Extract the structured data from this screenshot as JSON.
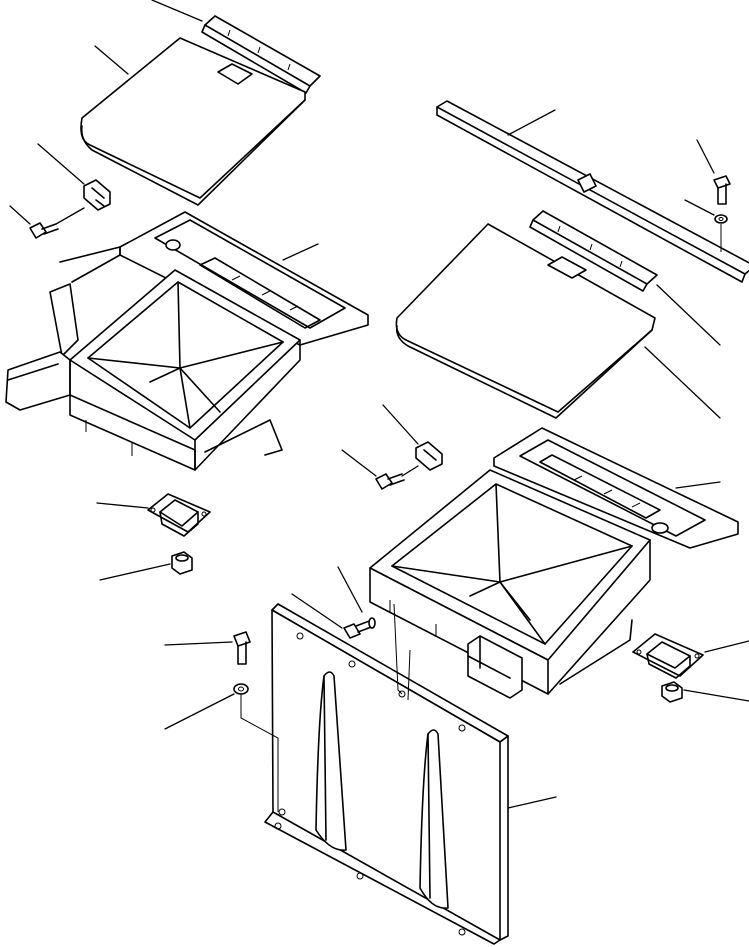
{
  "diagram": {
    "kind": "exploded parts drawing",
    "colors": {
      "line": "#000000",
      "background": "#ffffff"
    },
    "parts": [
      "upper-lid-hinge-strip",
      "upper-lid",
      "upper-clip",
      "upper-clip-screw",
      "upper-storage-box",
      "upper-box-mount",
      "upper-mount-nut",
      "long-trim-rail",
      "rail-bolt",
      "rail-washer",
      "lower-lid-hinge-strip",
      "lower-lid",
      "lower-clip",
      "lower-clip-screw",
      "lower-storage-box",
      "box-bolt",
      "lower-box-mount",
      "lower-mount-nut",
      "panel-bolt",
      "panel-washer",
      "base-panel"
    ],
    "leader_count": 21
  }
}
